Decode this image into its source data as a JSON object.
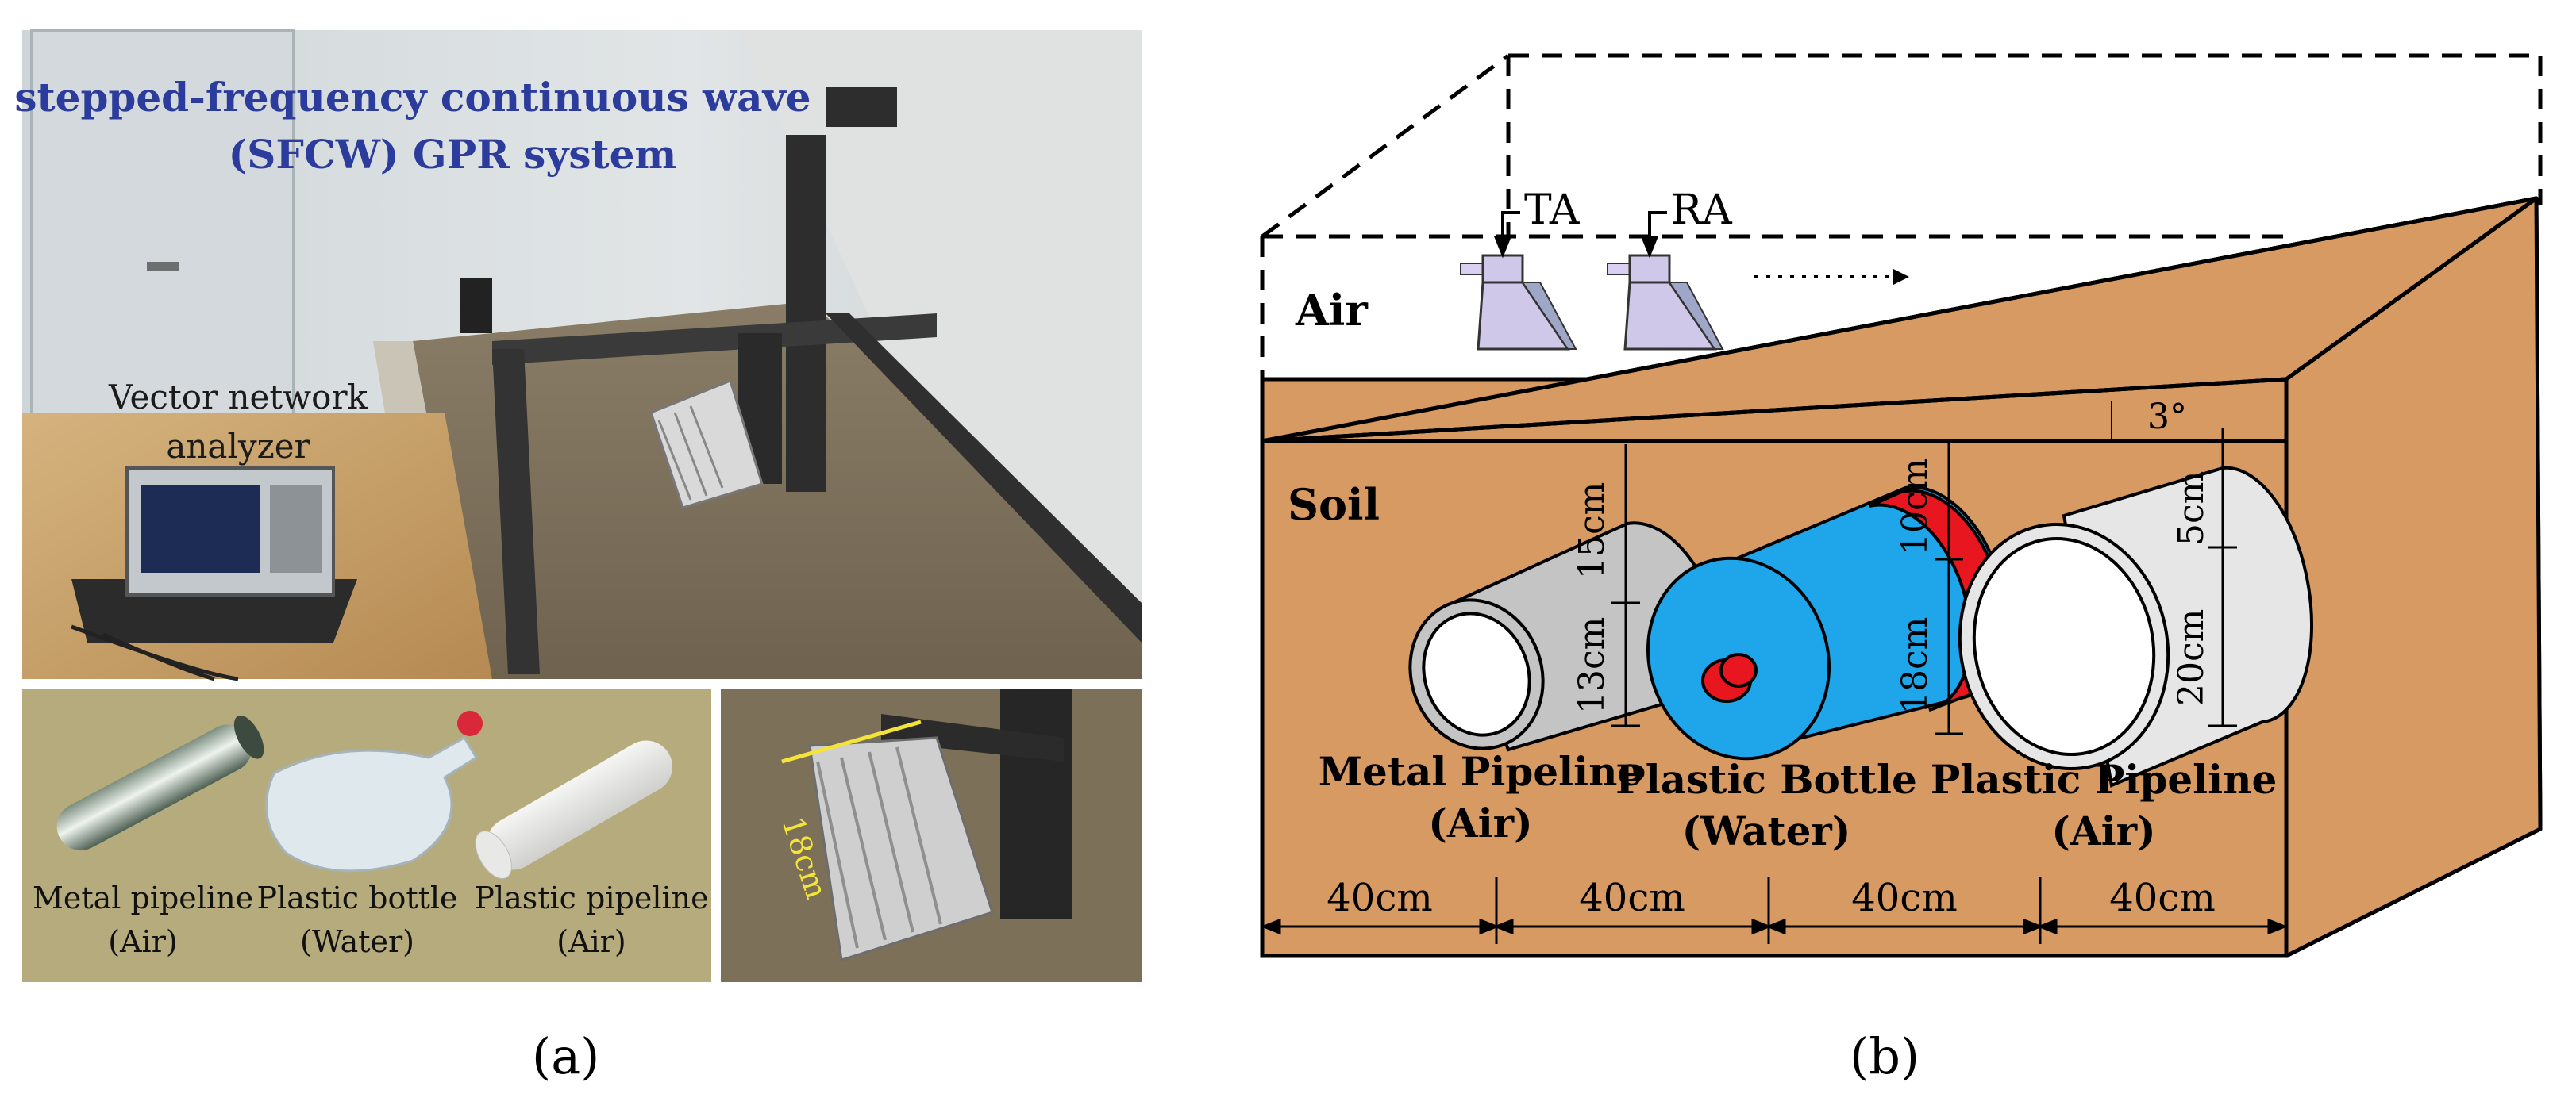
{
  "panel_a": {
    "title_line1": "a stepped-frequency continuous wave",
    "title_line2": "(SFCW) GPR system",
    "vna_line1": "Vector network",
    "vna_line2": "analyzer",
    "targets": [
      {
        "name": "Metal pipeline",
        "fill": "(Air)"
      },
      {
        "name": "Plastic bottle",
        "fill": "(Water)"
      },
      {
        "name": "Plastic pipeline",
        "fill": "(Air)"
      }
    ],
    "antenna_dim": "18cm",
    "caption": "(a)"
  },
  "panel_b": {
    "transmit_antenna": "TA",
    "receive_antenna": "RA",
    "air_label": "Air",
    "soil_label": "Soil",
    "angle_label": "3°",
    "targets": [
      {
        "name": "Metal Pipeline",
        "fill": "(Air)",
        "depth_label": "15cm",
        "diameter_label": "13cm"
      },
      {
        "name": "Plastic Bottle",
        "fill": "(Water)",
        "depth_label": "10cm",
        "diameter_label": "18cm"
      },
      {
        "name": "Plastic Pipeline",
        "fill": "(Air)",
        "depth_label": "5cm",
        "diameter_label": "20cm"
      }
    ],
    "spacings": [
      "40cm",
      "40cm",
      "40cm",
      "40cm"
    ],
    "caption": "(b)",
    "colors": {
      "soil": "#d89a63",
      "bottle": "#1ea5ea",
      "bottle_band": "#e8171f",
      "antenna": "#cfc8e8",
      "metal": "#c4c4c4"
    }
  }
}
